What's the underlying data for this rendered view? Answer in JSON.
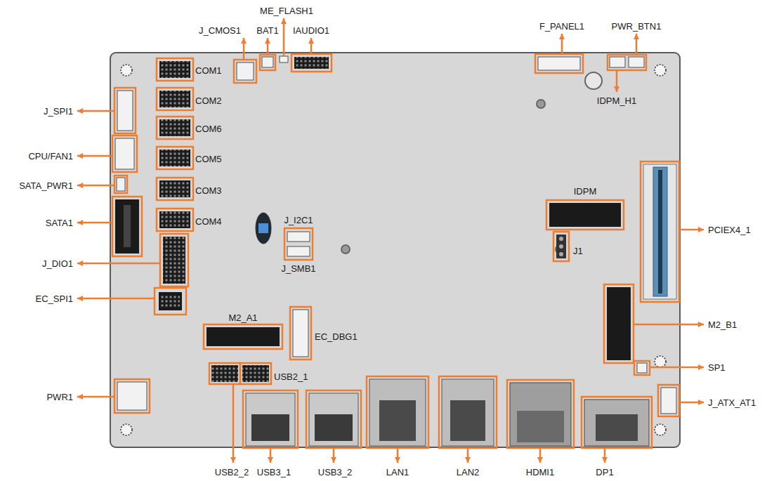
{
  "diagram": {
    "labels": [
      "ME_FLASH1",
      "J_CMOS1",
      "BAT1",
      "IAUDIO1",
      "F_PANEL1",
      "PWR_BTN1",
      "COM1",
      "IDPM_H1",
      "COM2",
      "J_SPI1",
      "COM6",
      "CPU/FAN1",
      "COM5",
      "SATA_PWR1",
      "IDPM",
      "COM3",
      "COM4",
      "SATA1",
      "J_I2C1",
      "PCIEX4_1",
      "J1",
      "J_DIO1",
      "J_SMB1",
      "EC_SPI1",
      "M2_A1",
      "M2_B1",
      "EC_DBG1",
      "SP1",
      "USB2_1",
      "PWR1",
      "J_ATX_AT1",
      "USB2_2",
      "USB3_1",
      "USB3_2",
      "LAN1",
      "LAN2",
      "HDMI1",
      "DP1"
    ]
  }
}
